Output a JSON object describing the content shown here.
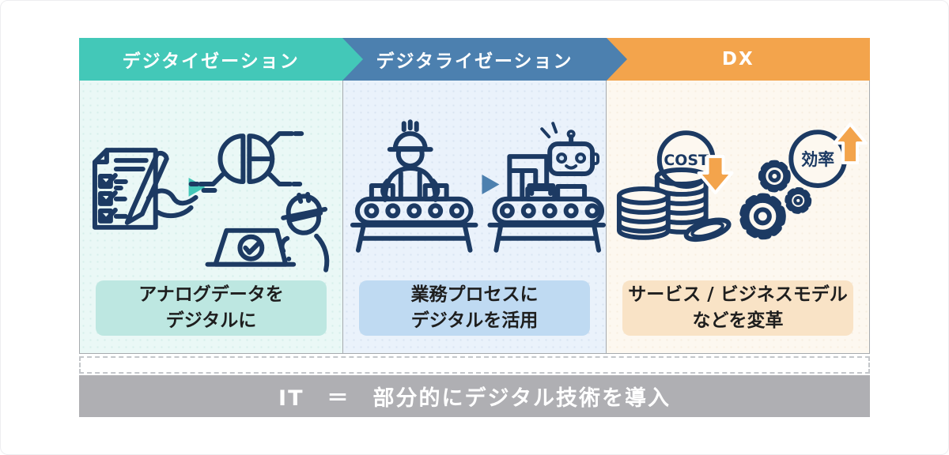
{
  "diagram": {
    "stages": [
      {
        "label": "デジタイゼーション",
        "header_color": "#43C8B8",
        "body_color": "#EAF8F6",
        "caption": "アナログデータを\nデジタルに",
        "caption_color": "#BDE7E1"
      },
      {
        "label": "デジタライゼーション",
        "header_color": "#4C80AF",
        "body_color": "#EAF2FB",
        "caption": "業務プロセスに\nデジタルを活用",
        "caption_color": "#BFDAF2"
      },
      {
        "label": "DX",
        "header_color": "#F3A44C",
        "body_color": "#FDF8F0",
        "caption": "サービス / ビジネスモデル\nなどを変革",
        "caption_color": "#F9E3C6"
      }
    ],
    "badges": {
      "cost": "COST",
      "efficiency": "効率"
    },
    "bottom_bar": {
      "text": "IT　＝　部分的にデジタル技術を導入",
      "color": "#AFAFB3"
    },
    "palette": {
      "line_navy": "#1C3A63",
      "arrow_orange": "#F3A44C",
      "robot_eye_blue": "#CFE3F5",
      "column_border": "#A6AAAE"
    }
  }
}
